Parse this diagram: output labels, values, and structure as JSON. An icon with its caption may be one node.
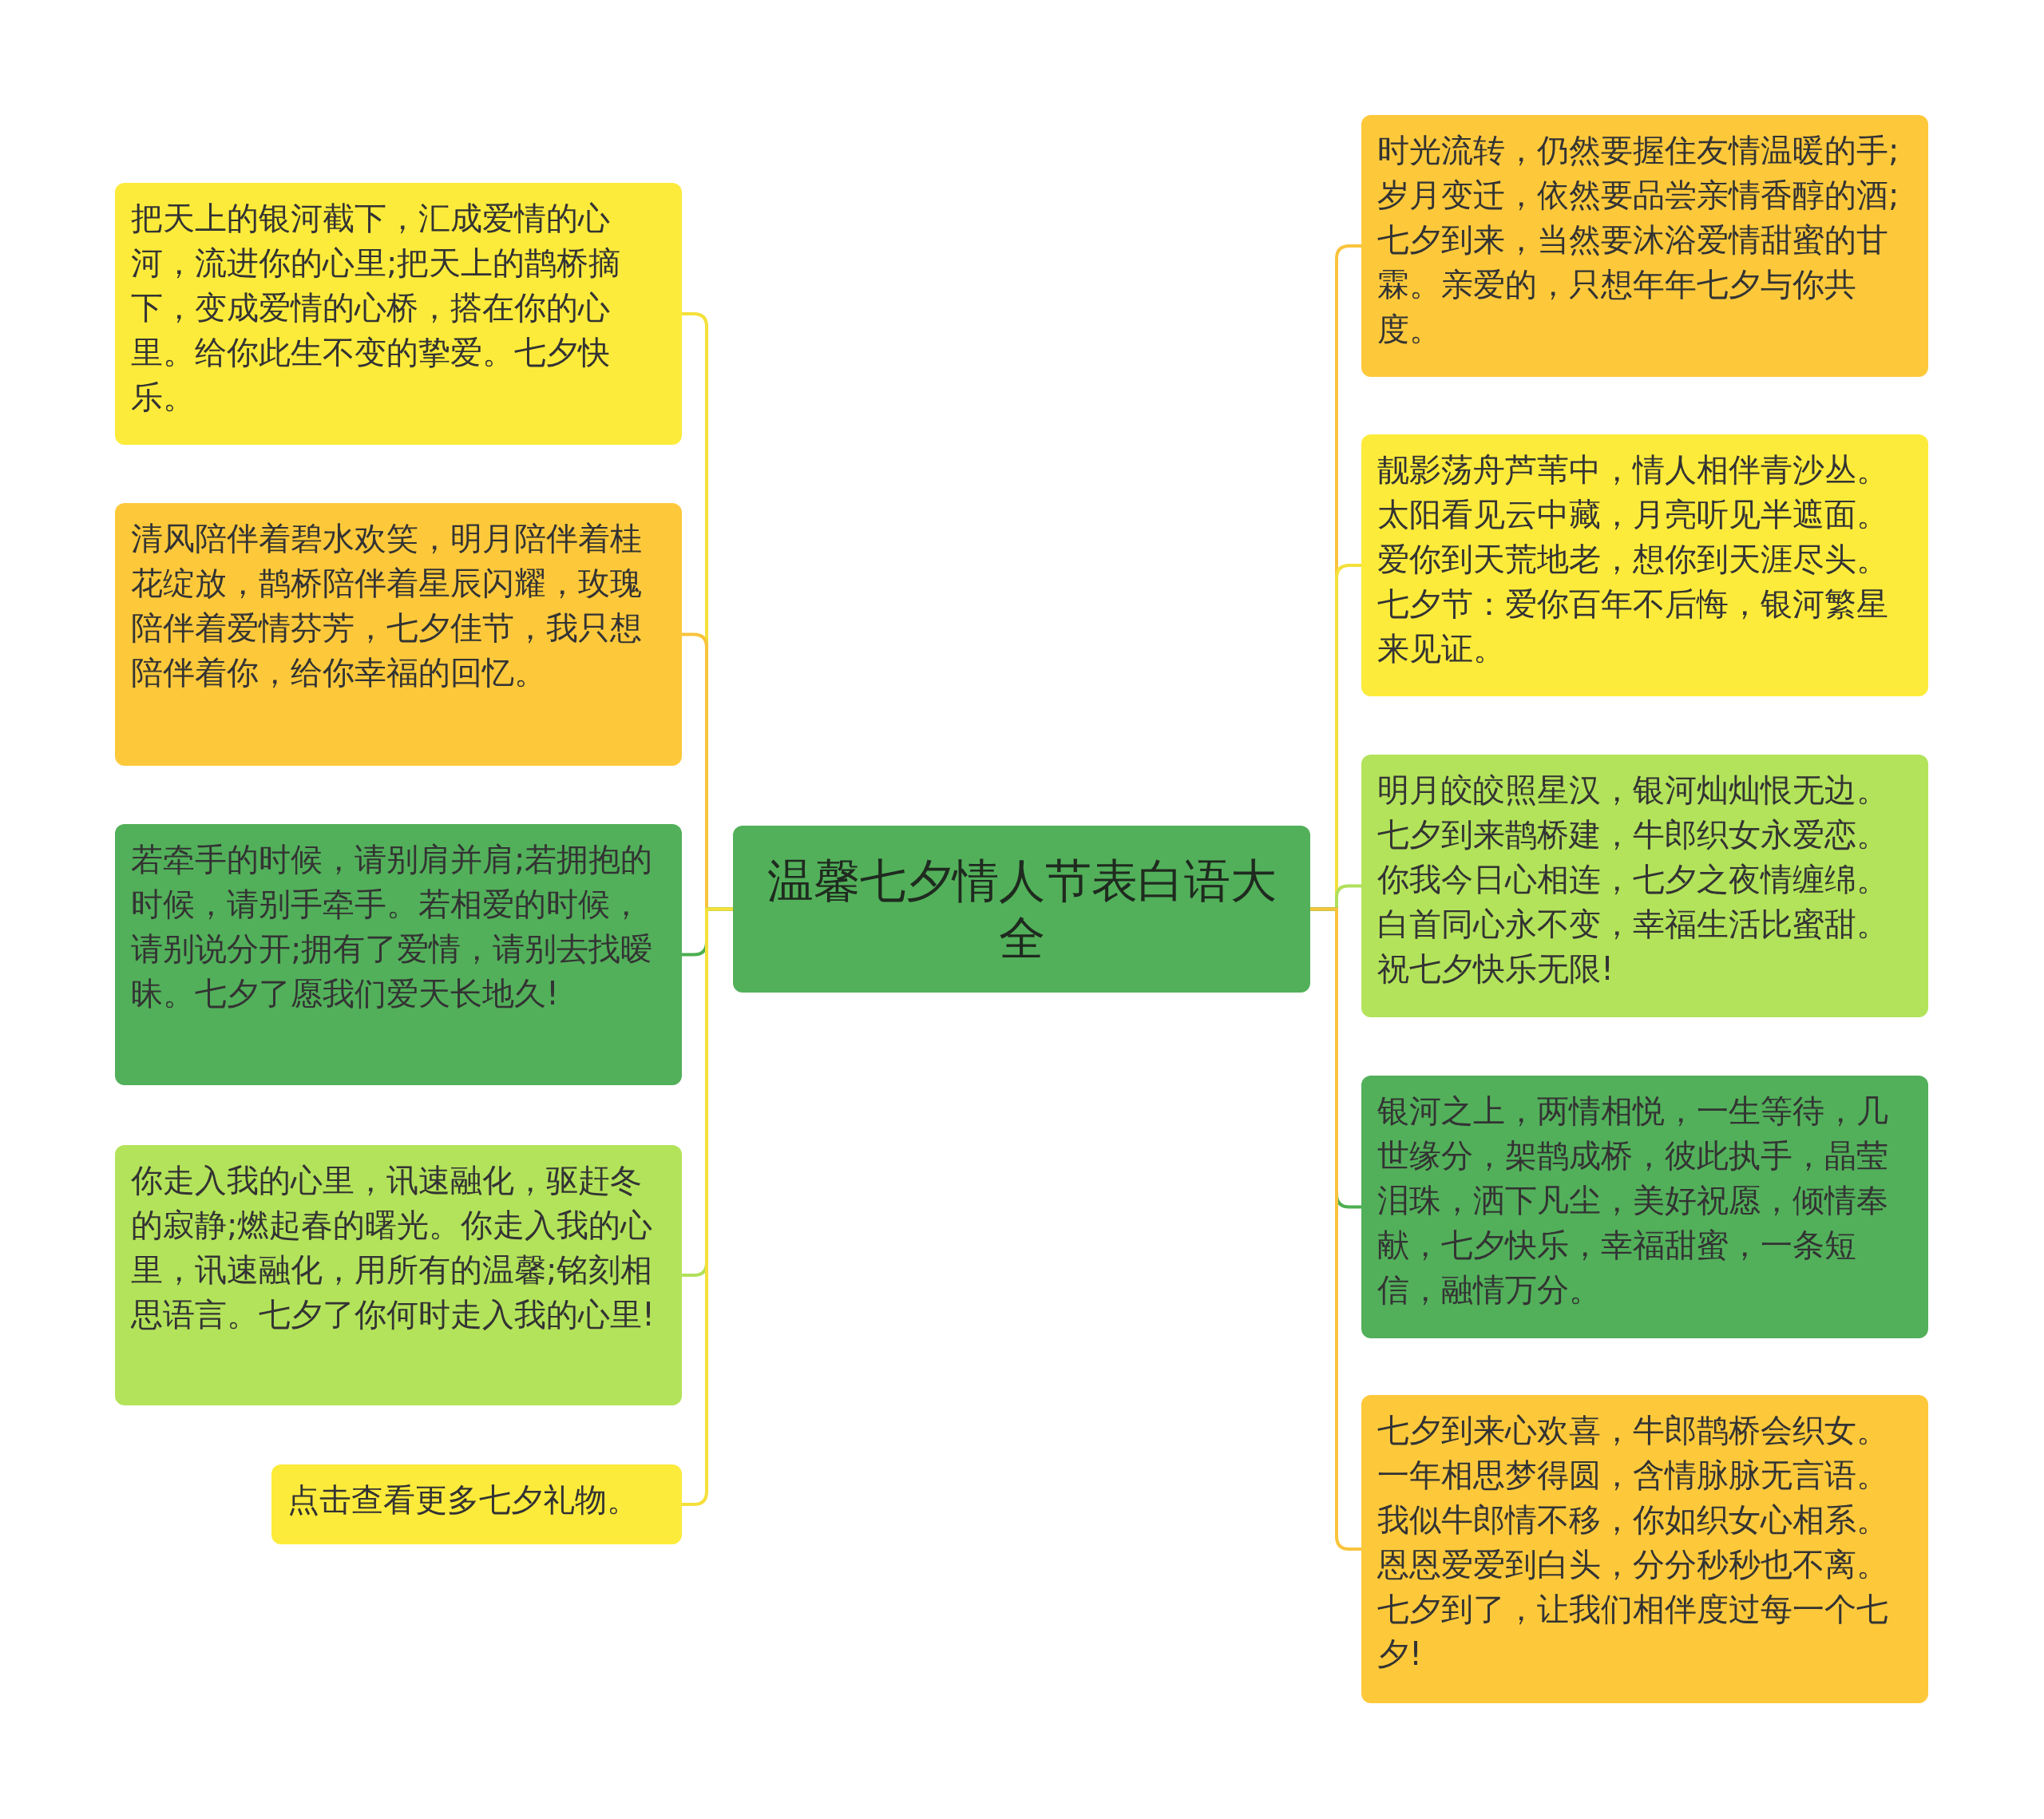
{
  "diagram": {
    "nodes": [
      {
        "text": [
          "温馨七夕情人节表白语大全"
        ]
      },
      {
        "text": [
          "把天上的银河截下，汇成爱情的心河，流进你的心里;把天上的鹊桥摘下，变成爱情的心桥，搭在你的心里。给你此生不变的挚爱。七夕快乐。"
        ]
      },
      {
        "text": [
          "清风陪伴着碧水欢笑，明月陪伴着桂花绽放，鹊桥陪伴着星辰闪耀，玫瑰陪伴着爱情芬芳，七夕佳节，我只想陪伴着你，给你幸福的回忆。"
        ]
      },
      {
        "text": [
          "若牵手的时候，请别肩并肩;若拥抱的时候，请别手牵手。若相爱的时候，请别说分开;拥有了爱情，请别去找暧昧。七夕了愿我们爱天长地久!"
        ]
      },
      {
        "text": [
          "你走入我的心里，讯速融化，驱赶冬的寂静;燃起春的曙光。你走入我的心里，讯速融化，用所有的温馨;铭刻相思语言。七夕了你何时走入我的心里!"
        ]
      },
      {
        "text": [
          "点击查看更多七夕礼物。"
        ]
      },
      {
        "text": [
          "时光流转，仍然要握住友情温暖的手;岁月变迁，依然要品尝亲情香醇的酒;七夕到来，当然要沐浴爱情甜蜜的甘霖。亲爱的，只想年年七夕与你共度。"
        ]
      },
      {
        "text": [
          "靓影荡舟芦苇中，情人相伴青沙丛。太阳看见云中藏，月亮听见半遮面。爱你到天荒地老，想你到天涯尽头。七夕节：爱你百年不后悔，银河繁星来见证。"
        ]
      },
      {
        "text": [
          "明月皎皎照星汉，银河灿灿恨无边。七夕到来鹊桥建，牛郎织女永爱恋。你我今日心相连，七夕之夜情缠绵。白首同心永不变，幸福生活比蜜甜。祝七夕快乐无限!"
        ]
      },
      {
        "text": [
          "银河之上，两情相悦，一生等待，几世缘分，架鹊成桥，彼此执手，晶莹泪珠，洒下凡尘，美好祝愿，倾情奉献，七夕快乐，幸福甜蜜，一条短信，融情万分。"
        ]
      },
      {
        "text": [
          "七夕到来心欢喜，牛郎鹊桥会织女。一年相思梦得圆，含情脉脉无言语。我似牛郎情不移，你如织女心相系。恩恩爱爱到白头，分分秒秒也不离。七夕到了，让我们相伴度过每一个七夕!"
        ]
      }
    ],
    "edges": [
      {
        "from": 0,
        "to": 1,
        "arrow": "none",
        "color": "#f5e03a"
      },
      {
        "from": 0,
        "to": 2,
        "arrow": "none",
        "color": "#f9c43c"
      },
      {
        "from": 0,
        "to": 3,
        "arrow": "none",
        "color": "#4caf50"
      },
      {
        "from": 0,
        "to": 4,
        "arrow": "none",
        "color": "#b1e05a"
      },
      {
        "from": 0,
        "to": 5,
        "arrow": "none",
        "color": "#f5e03a"
      },
      {
        "from": 0,
        "to": 6,
        "arrow": "none",
        "color": "#f9c43c"
      },
      {
        "from": 0,
        "to": 7,
        "arrow": "none",
        "color": "#f5e03a"
      },
      {
        "from": 0,
        "to": 8,
        "arrow": "none",
        "color": "#b1e05a"
      },
      {
        "from": 0,
        "to": 9,
        "arrow": "none",
        "color": "#4caf50"
      },
      {
        "from": 0,
        "to": 10,
        "arrow": "none",
        "color": "#f9c43c"
      }
    ]
  }
}
